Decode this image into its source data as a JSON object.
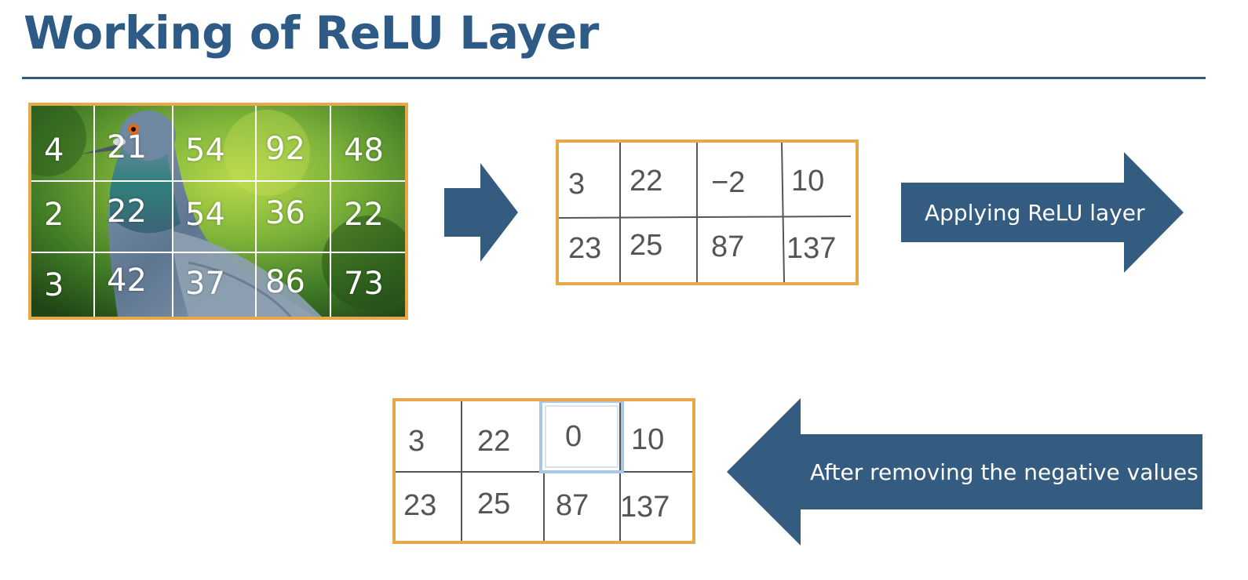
{
  "title": "Working of ReLU Layer",
  "colors": {
    "title": "#2e5a86",
    "arrow": "#345b80",
    "border": "#e8a84a",
    "highlight": "#a9c6e3",
    "cell_text": "#555555"
  },
  "image_grid": {
    "description_icon": "pigeon-photo",
    "rows": [
      [
        "4",
        "21",
        "54",
        "92",
        "48"
      ],
      [
        "2",
        "22",
        "54",
        "36",
        "22"
      ],
      [
        "3",
        "42",
        "37",
        "86",
        "73"
      ]
    ]
  },
  "input_matrix": {
    "rows": [
      [
        "3",
        "22",
        "−2",
        "10"
      ],
      [
        "23",
        "25",
        "87",
        "137"
      ]
    ]
  },
  "output_matrix": {
    "rows": [
      [
        "3",
        "22",
        "0",
        "10"
      ],
      [
        "23",
        "25",
        "87",
        "137"
      ]
    ]
  },
  "arrows": {
    "relu_label": "Applying ReLU layer",
    "remove_label": "After removing the negative values"
  }
}
